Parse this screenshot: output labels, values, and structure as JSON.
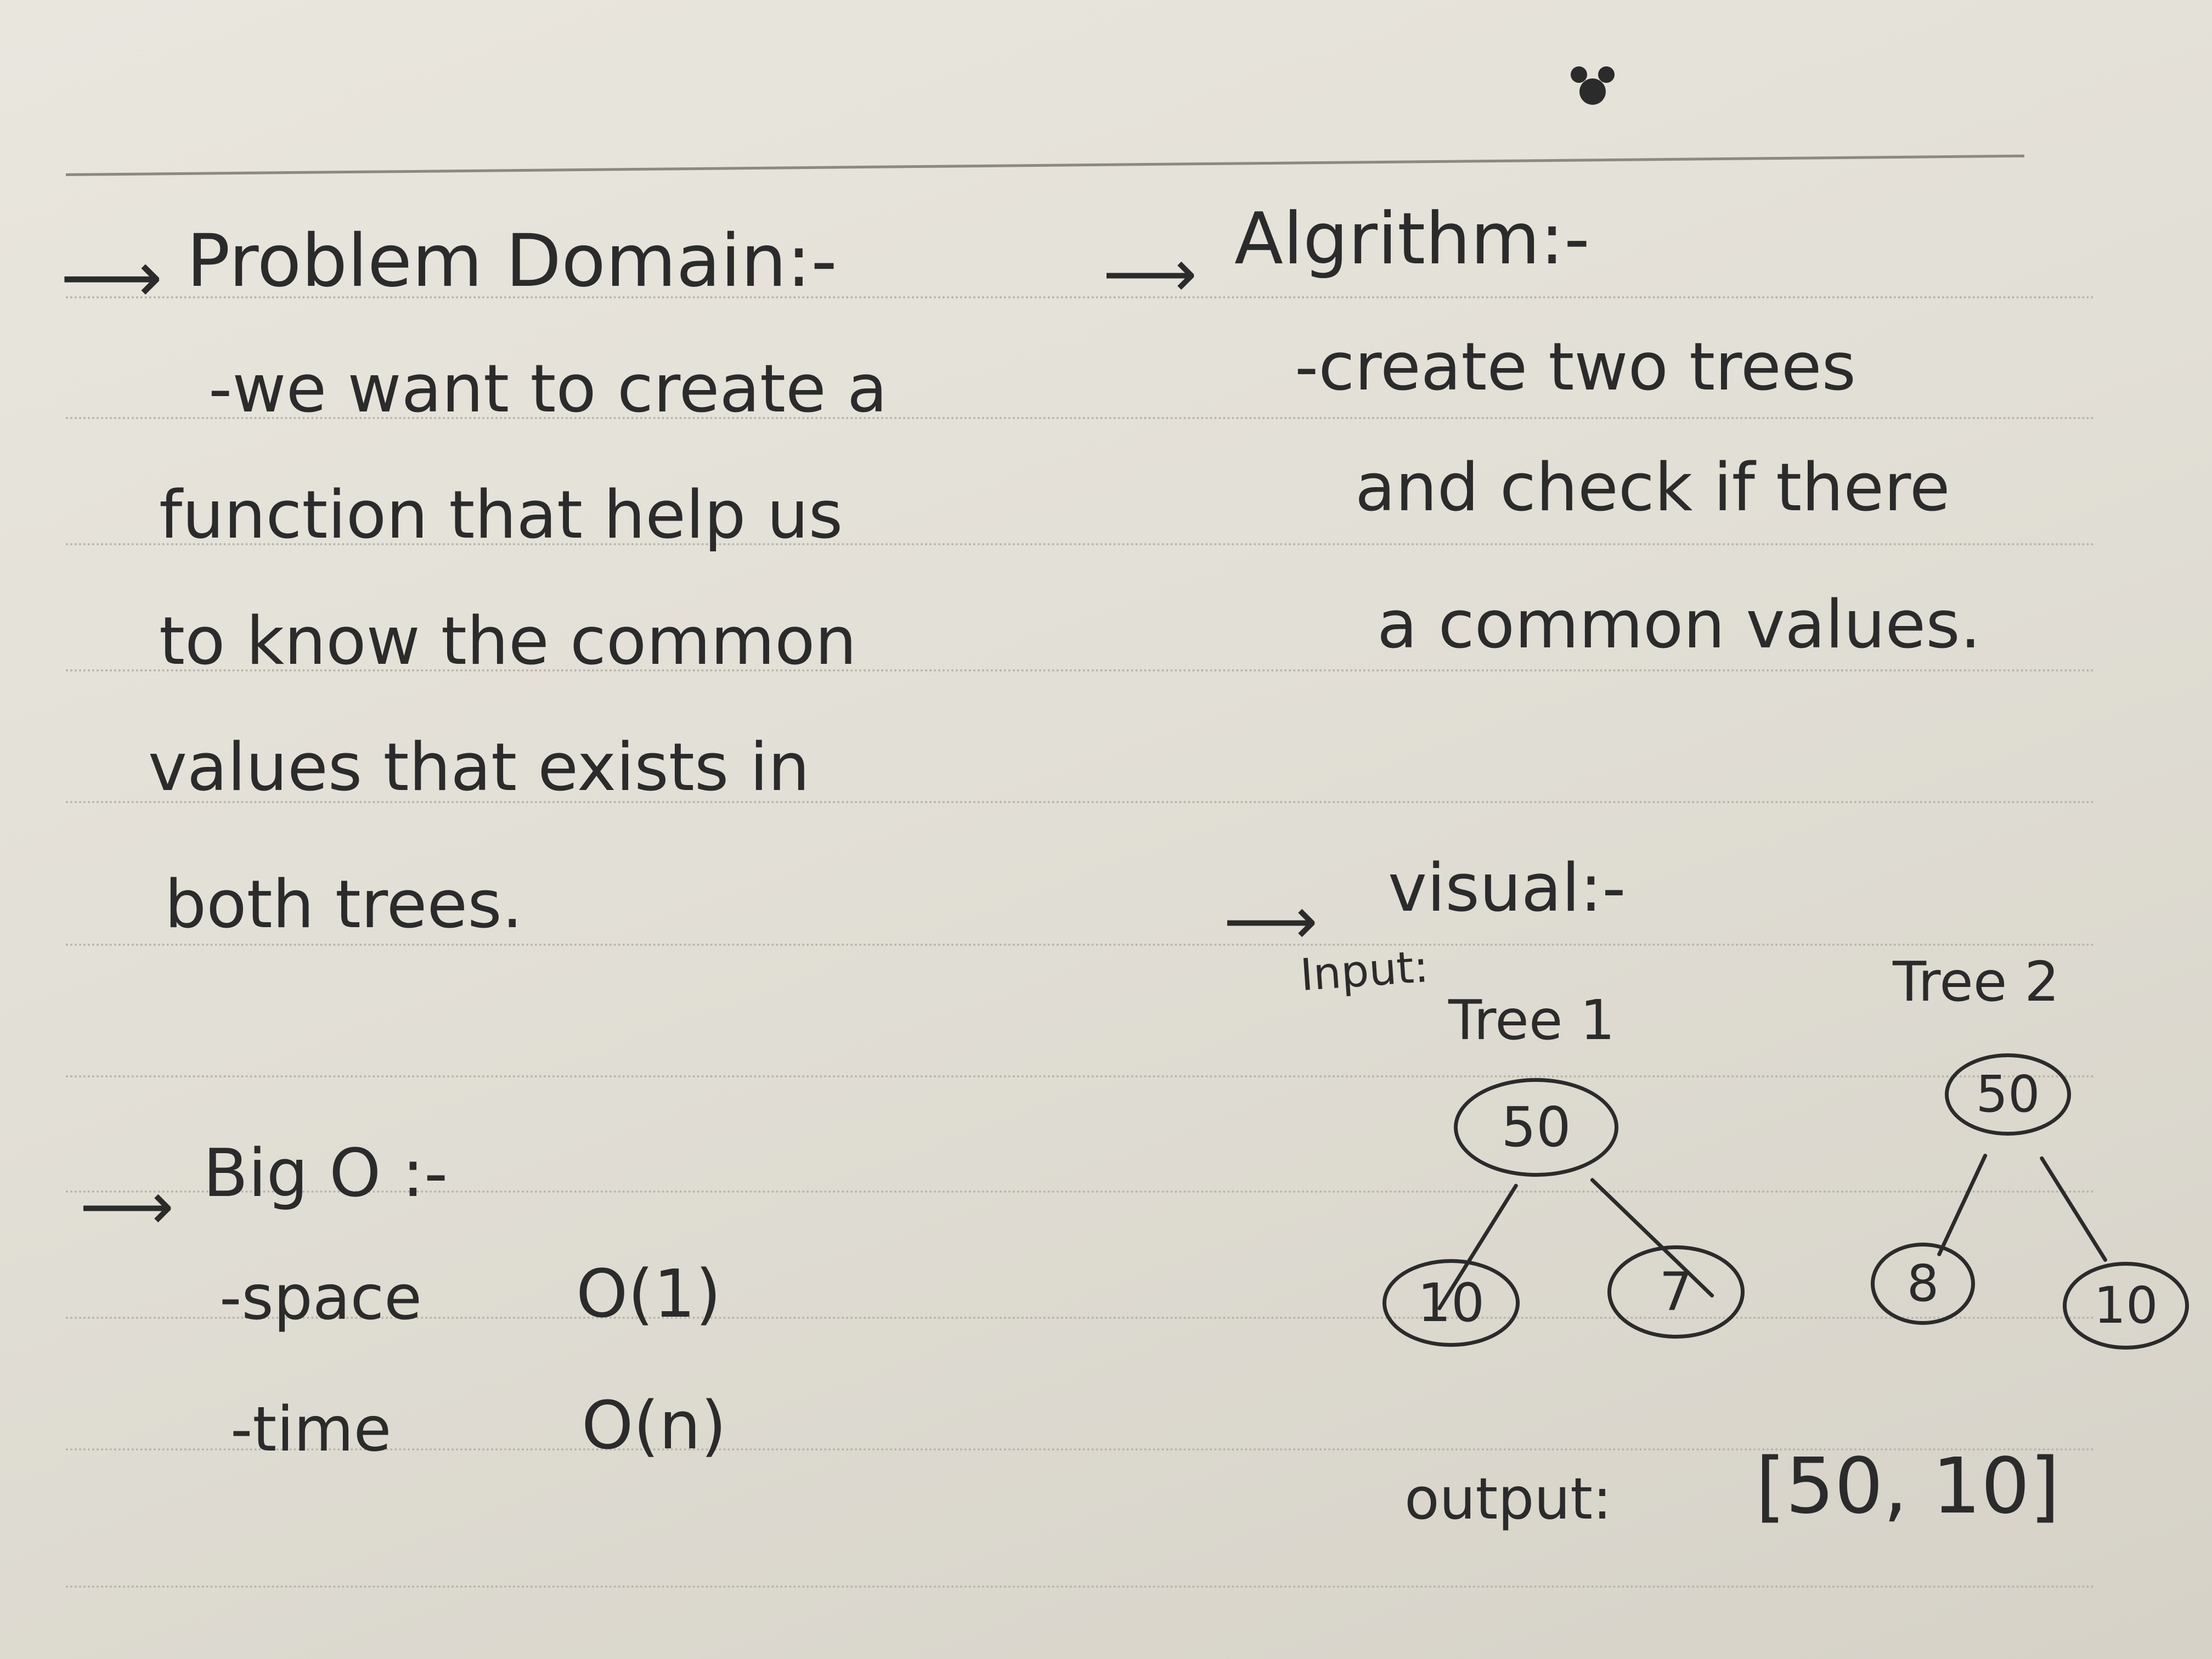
{
  "left": {
    "problem_heading": "Problem Domain:-",
    "problem_lines": [
      "-we want to create a",
      "function that help us",
      "to know the common",
      "values that exists in",
      "both trees."
    ],
    "bigo_heading": "Big O :-",
    "space_label": "-space",
    "space_value": "O(1)",
    "time_label": "-time",
    "time_value": "O(n)"
  },
  "right": {
    "algorithm_heading": "Algrithm:-",
    "algorithm_lines": [
      "-create two trees",
      "and check if there",
      "a common values."
    ],
    "visual_heading": "visual:-",
    "input_label": "Input:",
    "tree1": {
      "label": "Tree 1",
      "root": "50",
      "left": "10",
      "right": "7"
    },
    "tree2": {
      "label": "Tree 2",
      "root": "50",
      "left": "8",
      "right": "10"
    },
    "output_label": "output:",
    "output_value": "[50, 10]"
  },
  "ink_color": "#2b2b2b",
  "paper_color": "#e6e3da"
}
